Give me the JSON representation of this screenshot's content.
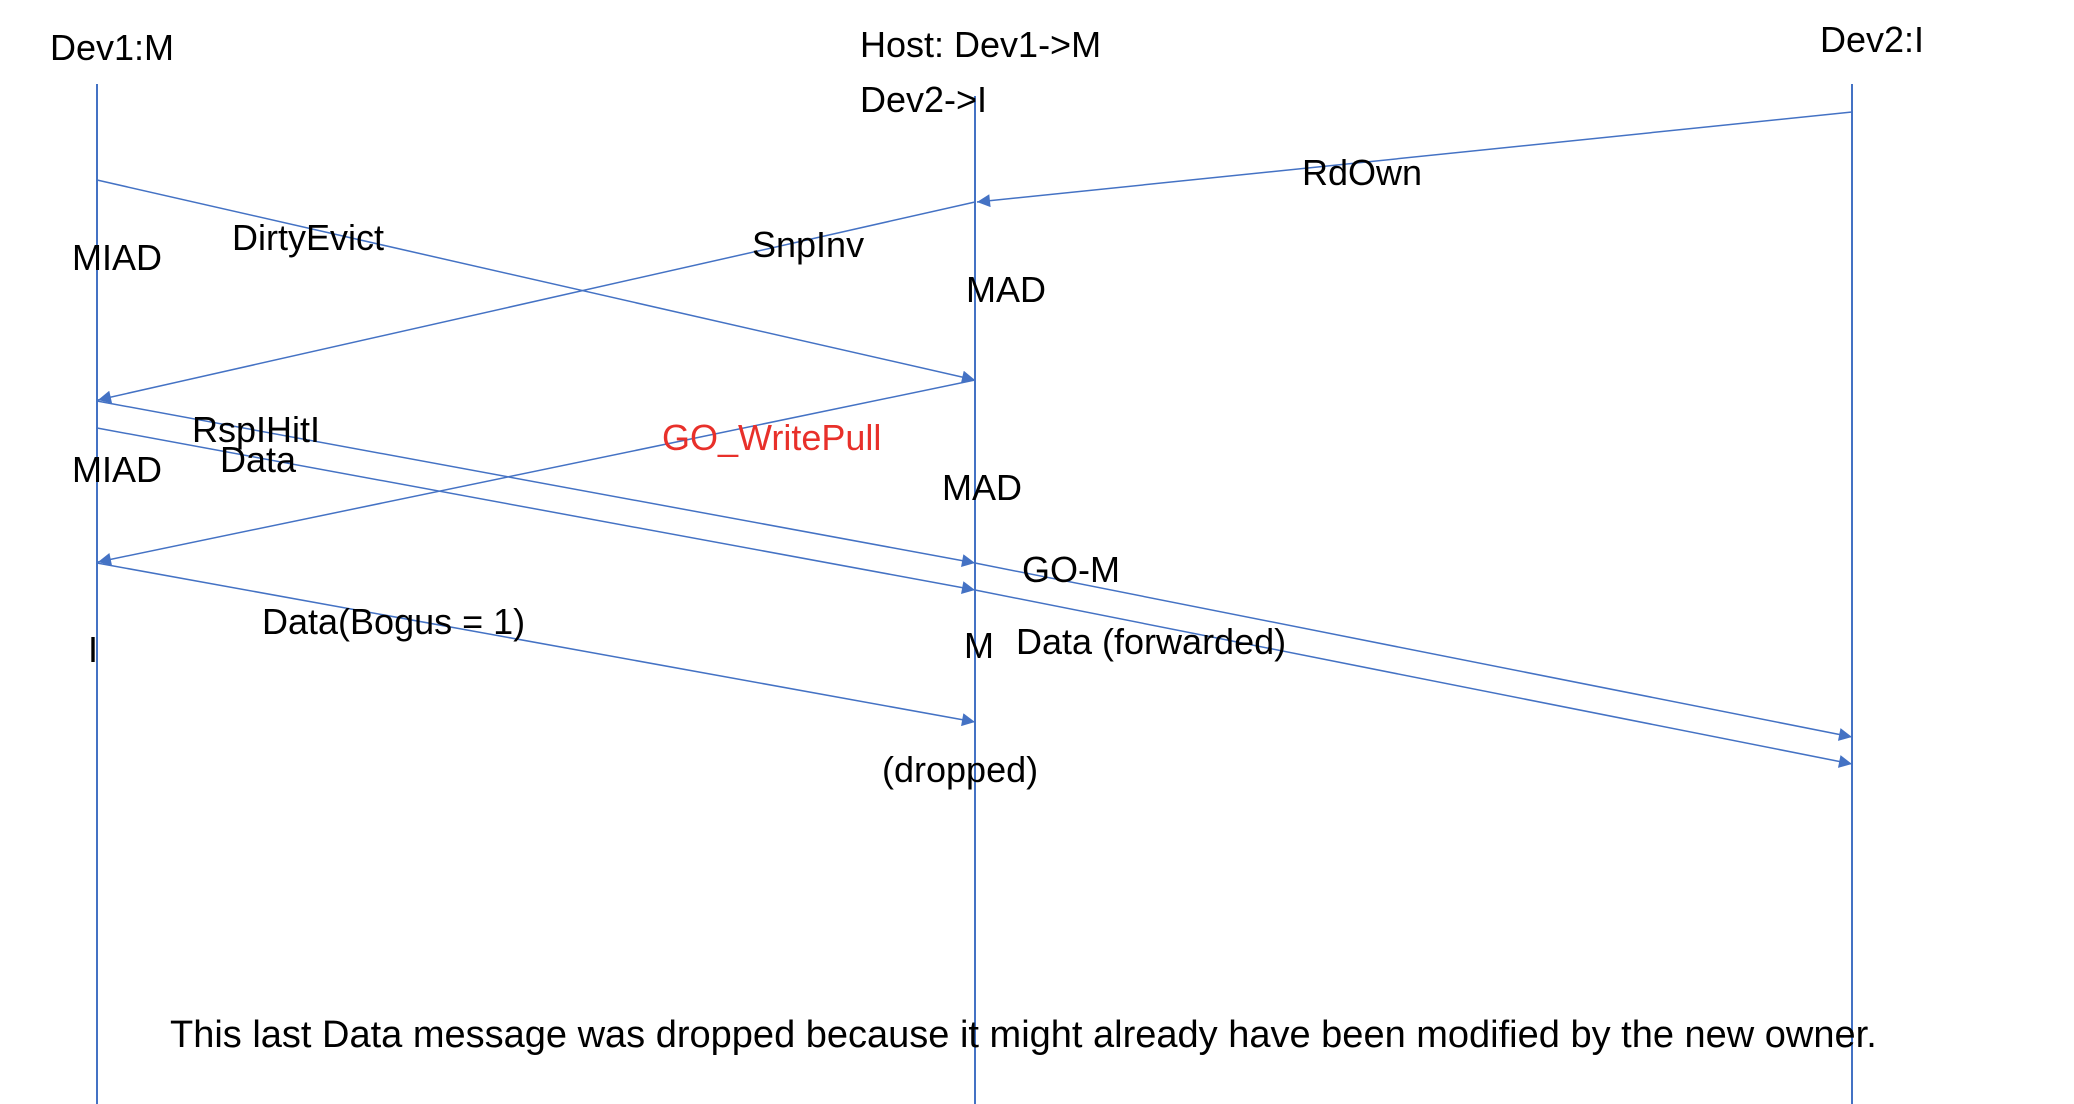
{
  "participants": {
    "dev1": "Dev1:M",
    "host_line1": "Host: Dev1->M",
    "host_line2": "Dev2->I",
    "dev2": "Dev2:I"
  },
  "messages": {
    "rdown": "RdOwn",
    "dirtyevict": "DirtyEvict",
    "snpinv": "SnpInv",
    "rspihiti": "RspIHitI",
    "data": "Data",
    "go_writepull": "GO_WritePull",
    "go_m": "GO-M",
    "data_bogus": "Data(Bogus = 1)",
    "data_forwarded": "Data (forwarded)"
  },
  "states": {
    "dev1_miad_1": "MIAD",
    "dev1_miad_2": "MIAD",
    "dev1_i": "I",
    "host_mad_1": "MAD",
    "host_mad_2": "MAD",
    "host_m": "M",
    "host_dropped": "(dropped)"
  },
  "footnote": "This last Data message was dropped because it might already have been modified by the new owner.",
  "colors": {
    "line": "#4472c4",
    "highlight_text": "#e8302a",
    "text": "#000000"
  }
}
